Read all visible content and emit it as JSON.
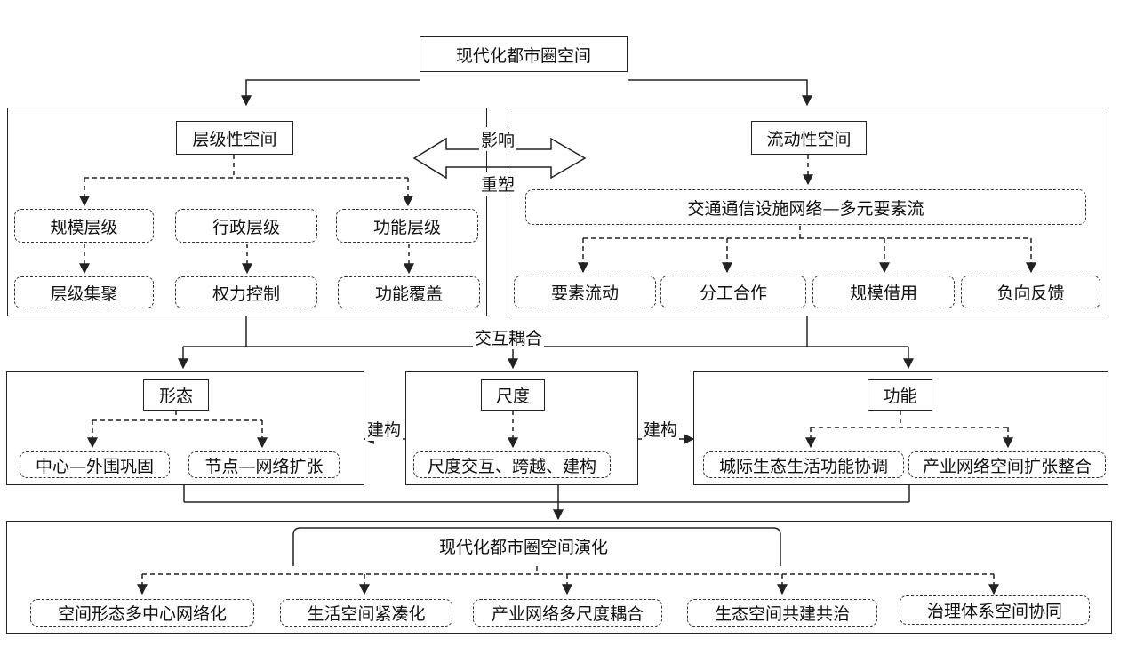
{
  "top": {
    "title": "现代化都市圈空间"
  },
  "mid_arrow": {
    "top_label": "影响",
    "bottom_label": "重塑"
  },
  "hierarchical": {
    "title": "层级性空间",
    "level1": [
      "规模层级",
      "行政层级",
      "功能层级"
    ],
    "level2": [
      "层级集聚",
      "权力控制",
      "功能覆盖"
    ]
  },
  "flow": {
    "title": "流动性空间",
    "network": "交通通信设施网络—多元要素流",
    "items": [
      "要素流动",
      "分工合作",
      "规模借用",
      "负向反馈"
    ]
  },
  "coupling_label": "交互耦合",
  "form": {
    "title": "形态",
    "items": [
      "中心—外围巩固",
      "节点—网络扩张"
    ]
  },
  "scale": {
    "title": "尺度",
    "items": [
      "尺度交互、跨越、建构"
    ]
  },
  "function": {
    "title": "功能",
    "items": [
      "城际生态生活功能协调",
      "产业网络空间扩张整合"
    ]
  },
  "construct_left": "建构",
  "construct_right": "建构",
  "evolution": {
    "title": "现代化都市圈空间演化",
    "items": [
      "空间形态多中心网络化",
      "生活空间紧凑化",
      "产业网络多尺度耦合",
      "生态空间共建共治",
      "治理体系空间协同"
    ]
  }
}
